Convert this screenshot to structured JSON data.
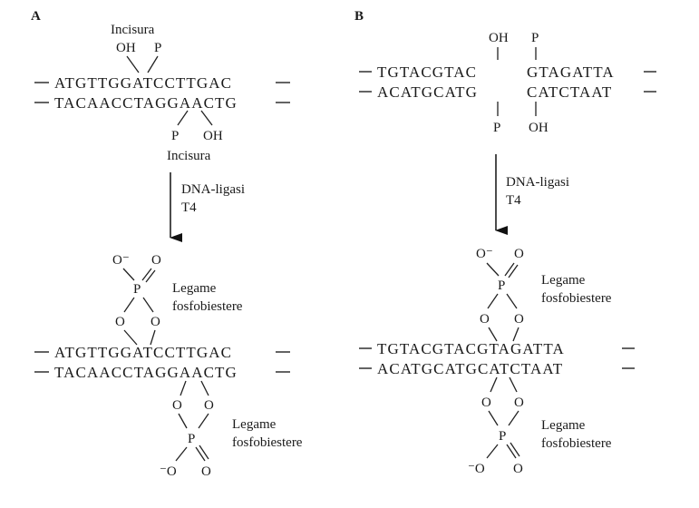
{
  "panel_a": {
    "label": "A",
    "incisura_top": "Incisura",
    "oh_top": "OH",
    "p_top": "P",
    "seq1_top": "ATGTTGGATCCTTGAC",
    "seq1_bottom": "TACAACCTAGGAACTG",
    "p_bottom": "P",
    "oh_bottom": "OH",
    "incisura_bottom": "Incisura",
    "enzyme_line1": "DNA-ligasi",
    "enzyme_line2": "T4",
    "o_minus_top": "O⁻",
    "o_top": "O",
    "p_center_top": "P",
    "o_left_top": "O",
    "o_right_top": "O",
    "bond_label_top_1": "Legame",
    "bond_label_top_2": "fosfobiestere",
    "seq2_top": "ATGTTGGATCCTTGAC",
    "seq2_bottom": "TACAACCTAGGAACTG",
    "o_left_bottom": "O",
    "o_right_bottom": "O",
    "p_center_bottom": "P",
    "o_minus_bottom": "⁻O",
    "o_bottom": "O",
    "bond_label_bottom_1": "Legame",
    "bond_label_bottom_2": "fosfobiestere"
  },
  "panel_b": {
    "label": "B",
    "oh_top": "OH",
    "p_top": "P",
    "seq1_top_left": "TGTACGTAC",
    "seq1_top_right": "GTAGATTA",
    "seq1_bottom_left": "ACATGCATG",
    "seq1_bottom_right": "CATCTAAT",
    "p_bottom": "P",
    "oh_bottom": "OH",
    "enzyme_line1": "DNA-ligasi",
    "enzyme_line2": "T4",
    "o_minus_top": "O⁻",
    "o_top": "O",
    "p_center_top": "P",
    "o_left_top": "O",
    "o_right_top": "O",
    "bond_label_top_1": "Legame",
    "bond_label_top_2": "fosfobiestere",
    "seq2_top": "TGTACGTACGTAGATTA",
    "seq2_bottom": "ACATGCATGCATCTAAT",
    "o_left_bottom": "O",
    "o_right_bottom": "O",
    "p_center_bottom": "P",
    "o_minus_bottom": "⁻O",
    "o_bottom": "O",
    "bond_label_bottom_1": "Legame",
    "bond_label_bottom_2": "fosfobiestere"
  }
}
